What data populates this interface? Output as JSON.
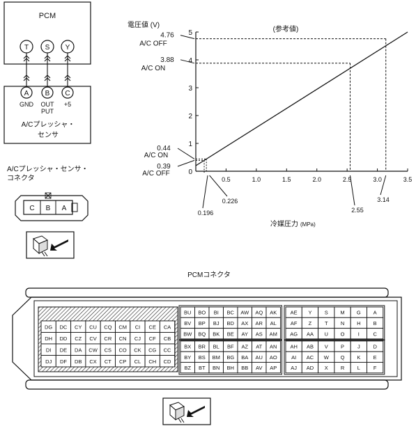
{
  "pcm_box": {
    "title": "PCM",
    "pins": [
      "T",
      "S",
      "Y"
    ]
  },
  "sensor_box": {
    "pins": [
      "A",
      "B",
      "C"
    ],
    "pin_labels": [
      "GND",
      "OUT",
      "PUT",
      "+5"
    ],
    "title_line1": "A/Cプレッシャ・",
    "title_line2": "センサ"
  },
  "sensor_connector": {
    "title_line1": "A/Cプレッシャ・センサ・",
    "title_line2": "コネクタ",
    "pins": [
      "C",
      "B",
      "A"
    ]
  },
  "chart_data": {
    "type": "line",
    "ylabel": "電圧値 (V)",
    "title": "(参考値)",
    "xlabel": "冷媒圧力",
    "xlabel_unit": "(MPa)",
    "x_ticks": [
      "0.5",
      "1.0",
      "1.5",
      "2.0",
      "2.5",
      "3.0",
      "3.5"
    ],
    "y_ticks": [
      "0",
      "1",
      "2",
      "3",
      "4",
      "5"
    ],
    "xlim": [
      0,
      3.5
    ],
    "ylim": [
      0,
      5
    ],
    "series": [
      {
        "x": [
          0,
          3.5
        ],
        "y": [
          0.2,
          5.0
        ]
      }
    ],
    "annotations": {
      "y_values": [
        "4.76",
        "3.88",
        "0.44",
        "0.39"
      ],
      "y_labels": [
        "A/C OFF",
        "A/C ON",
        "A/C ON",
        "A/C OFF"
      ],
      "x_values": [
        "0.196",
        "0.226",
        "2.55",
        "3.14"
      ]
    }
  },
  "pcm_connector": {
    "title": "PCMコネクタ",
    "block1": [
      [
        "BU",
        "BO",
        "BI",
        "BC",
        "AW",
        "AQ",
        "AK"
      ],
      [
        "BV",
        "BP",
        "BJ",
        "BD",
        "AX",
        "AR",
        "AL"
      ],
      [
        "BW",
        "BQ",
        "BK",
        "BE",
        "AY",
        "AS",
        "AM"
      ],
      [
        "BX",
        "BR",
        "BL",
        "BF",
        "AZ",
        "AT",
        "AN"
      ],
      [
        "BY",
        "BS",
        "BM",
        "BG",
        "BA",
        "AU",
        "AO"
      ],
      [
        "BZ",
        "BT",
        "BN",
        "BH",
        "BB",
        "AV",
        "AP"
      ]
    ],
    "block2": [
      [
        "AE",
        "Y",
        "S",
        "M",
        "G",
        "A"
      ],
      [
        "AF",
        "Z",
        "T",
        "N",
        "H",
        "B"
      ],
      [
        "AG",
        "AA",
        "U",
        "O",
        "I",
        "C"
      ],
      [
        "AH",
        "AB",
        "V",
        "P",
        "J",
        "D"
      ],
      [
        "AI",
        "AC",
        "W",
        "Q",
        "K",
        "E"
      ],
      [
        "AJ",
        "AD",
        "X",
        "R",
        "L",
        "F"
      ]
    ],
    "hatched_block": [
      [
        "DG",
        "DC",
        "CY",
        "CU",
        "CQ",
        "CM",
        "CI",
        "CE",
        "CA"
      ],
      [
        "DH",
        "DD",
        "CZ",
        "CV",
        "CR",
        "CN",
        "CJ",
        "CF",
        "CB"
      ],
      [
        "DI",
        "DE",
        "DA",
        "CW",
        "CS",
        "CO",
        "CK",
        "CG",
        "CC"
      ],
      [
        "DJ",
        "DF",
        "DB",
        "CX",
        "CT",
        "CP",
        "CL",
        "CH",
        "CD"
      ]
    ]
  }
}
